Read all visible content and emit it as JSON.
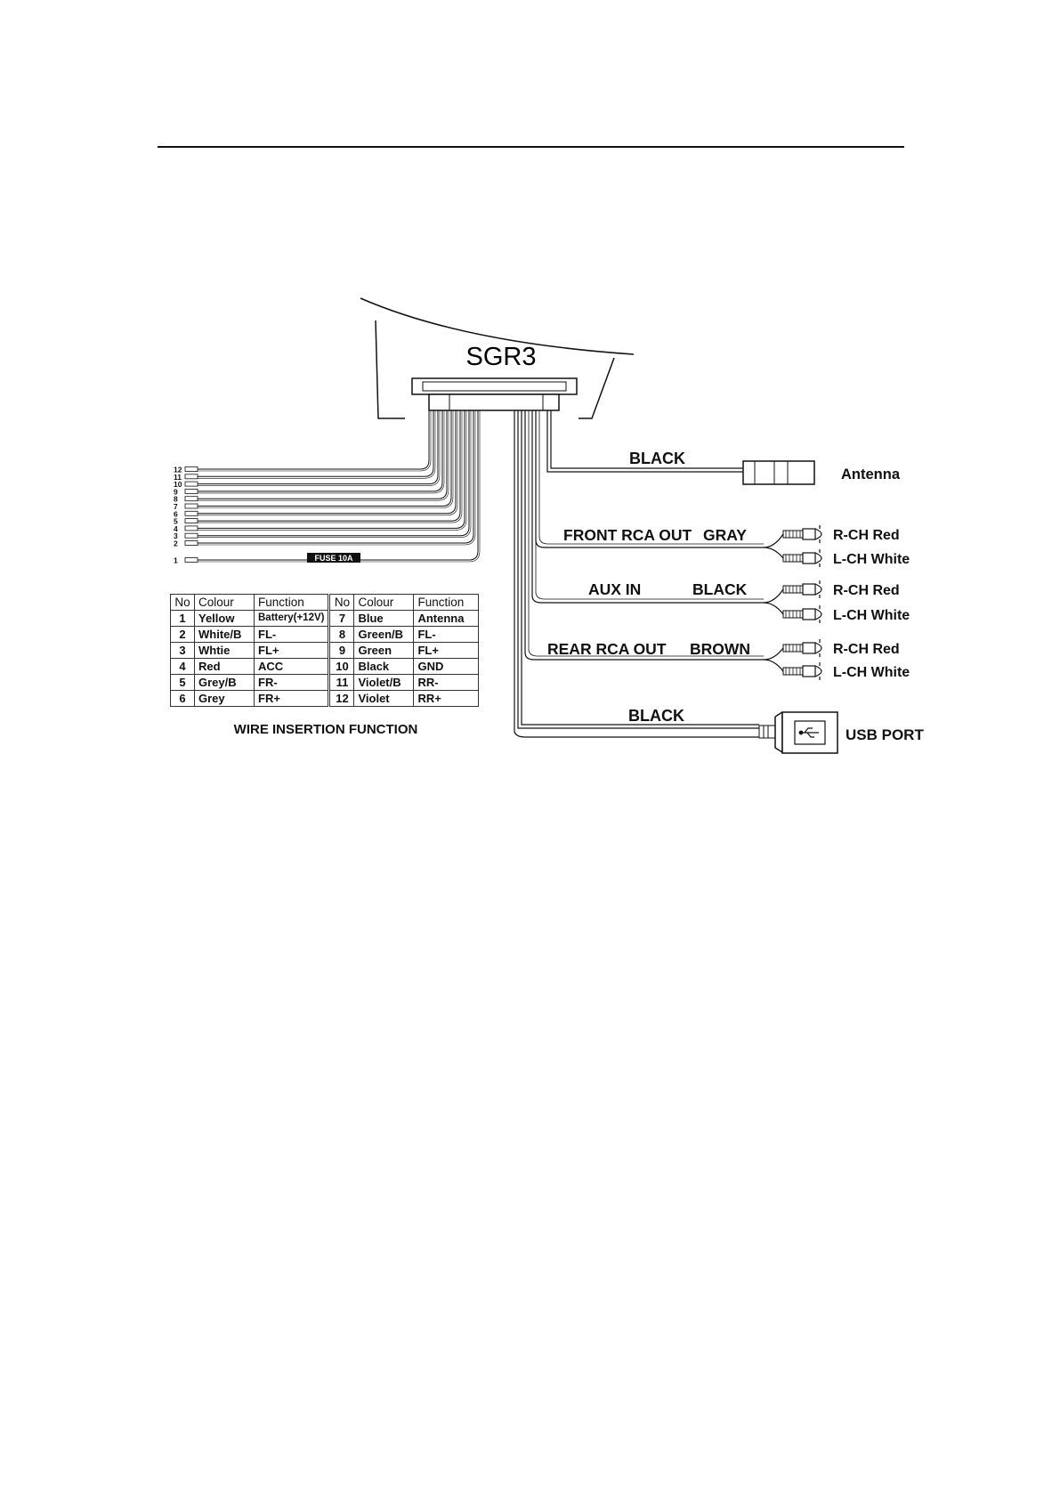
{
  "unit": {
    "name": "SGR3"
  },
  "wire_numbers": [
    "12",
    "11",
    "10",
    "9",
    "8",
    "7",
    "6",
    "5",
    "4",
    "3",
    "2",
    "1"
  ],
  "fuse": {
    "label": "FUSE 10A"
  },
  "connections": {
    "antenna": {
      "cable_colour": "BLACK",
      "target": "Antenna"
    },
    "front_rca": {
      "name": "FRONT RCA OUT",
      "cable_colour": "GRAY",
      "right": "R-CH Red",
      "left": "L-CH White"
    },
    "aux_in": {
      "name": "AUX IN",
      "cable_colour": "BLACK",
      "right": "R-CH Red",
      "left": "L-CH White"
    },
    "rear_rca": {
      "name": "REAR RCA OUT",
      "cable_colour": "BROWN",
      "right": "R-CH Red",
      "left": "L-CH White"
    },
    "usb": {
      "cable_colour": "BLACK",
      "target": "USB PORT"
    }
  },
  "wire_table": {
    "headers": [
      "No",
      "Colour",
      "Function",
      "No",
      "Colour",
      "Function"
    ],
    "rows": [
      {
        "no_a": "1",
        "colour_a": "Yellow",
        "function_a": "Battery(+12V)",
        "no_b": "7",
        "colour_b": "Blue",
        "function_b": "Antenna"
      },
      {
        "no_a": "2",
        "colour_a": "White/B",
        "function_a": "FL-",
        "no_b": "8",
        "colour_b": "Green/B",
        "function_b": "FL-"
      },
      {
        "no_a": "3",
        "colour_a": "Whtie",
        "function_a": "FL+",
        "no_b": "9",
        "colour_b": "Green",
        "function_b": "FL+"
      },
      {
        "no_a": "4",
        "colour_a": "Red",
        "function_a": "ACC",
        "no_b": "10",
        "colour_b": "Black",
        "function_b": "GND"
      },
      {
        "no_a": "5",
        "colour_a": "Grey/B",
        "function_a": "FR-",
        "no_b": "11",
        "colour_b": "Violet/B",
        "function_b": "RR-"
      },
      {
        "no_a": "6",
        "colour_a": "Grey",
        "function_a": "FR+",
        "no_b": "12",
        "colour_b": "Violet",
        "function_b": "RR+"
      }
    ],
    "caption": "WIRE INSERTION FUNCTION"
  }
}
